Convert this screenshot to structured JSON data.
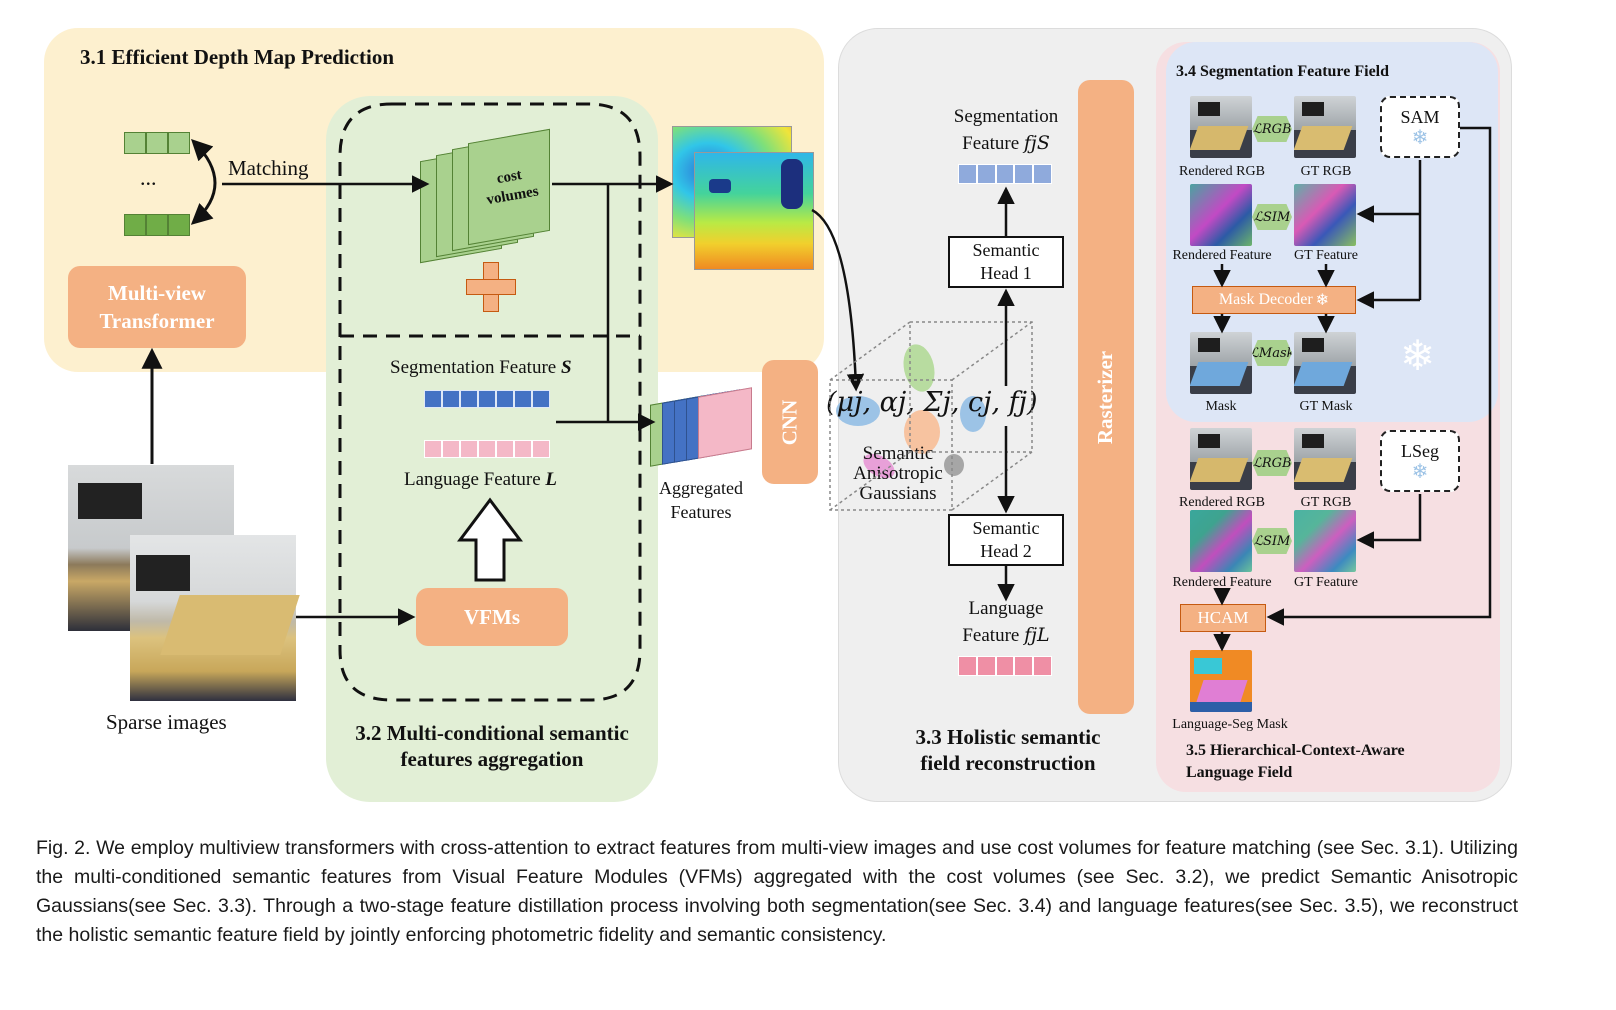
{
  "sections": {
    "s31_title": "3.1 Efficient Depth Map Prediction",
    "s32_title_line1": "3.2 Multi-conditional semantic",
    "s32_title_line2": "features aggregation",
    "s33_title_line1": "3.3 Holistic semantic",
    "s33_title_line2": "field reconstruction",
    "s34_title": "3.4 Segmentation Feature Field",
    "s35_title_line1": "3.5 Hierarchical-Context-Aware",
    "s35_title_line2": "Language Field"
  },
  "left": {
    "ellipsis": "...",
    "matching": "Matching",
    "transformer_line1": "Multi-view",
    "transformer_line2": "Transformer",
    "sparse_images": "Sparse images"
  },
  "middle": {
    "cost_volumes_line1": "cost",
    "cost_volumes_line2": "volumes",
    "seg_feature": "Segmentation Feature",
    "seg_symbol": "S",
    "lang_feature": "Language Feature",
    "lang_symbol": "L",
    "vfms": "VFMs",
    "aggregated_line1": "Aggregated",
    "aggregated_line2": "Features",
    "cnn": "CNN"
  },
  "holistic": {
    "gaussian_params": "(μj, αj, Σj, cj, fj)",
    "gaussians_line1": "Semantic",
    "gaussians_line2": "Anisotropic",
    "gaussians_line3": "Gaussians",
    "seg_feature_line1": "Segmentation",
    "seg_feature_line2": "Feature",
    "seg_feature_sym": "fjS",
    "head1_line1": "Semantic",
    "head1_line2": "Head 1",
    "head2_line1": "Semantic",
    "head2_line2": "Head 2",
    "lang_feature_line1": "Language",
    "lang_feature_line2": "Feature",
    "lang_feature_sym": "fjL",
    "rasterizer": "Rasterizer"
  },
  "seg_field": {
    "rendered_rgb": "Rendered RGB",
    "gt_rgb": "GT RGB",
    "rendered_feature": "Rendered Feature",
    "gt_feature": "GT Feature",
    "mask_decoder": "Mask Decoder",
    "mask": "Mask",
    "gt_mask": "GT Mask",
    "sam": "SAM",
    "loss_rgb": "ℒRGB",
    "loss_sim": "ℒSIM",
    "loss_mask": "ℒMask",
    "snowflake": "❄"
  },
  "lang_field": {
    "rendered_rgb": "Rendered RGB",
    "gt_rgb": "GT RGB",
    "rendered_feature": "Rendered Feature",
    "gt_feature": "GT Feature",
    "lseg": "LSeg",
    "hcam": "HCAM",
    "lang_seg_mask": "Language-Seg Mask",
    "loss_rgb": "ℒRGB",
    "loss_sim": "ℒSIM"
  },
  "caption": "Fig. 2.  We employ multiview transformers with cross-attention to extract features from multi-view images and use cost volumes for feature matching (see Sec. 3.1). Utilizing the multi-conditioned semantic features from Visual Feature Modules (VFMs) aggregated with the cost volumes (see Sec. 3.2), we predict Semantic Anisotropic Gaussians(see Sec. 3.3). Through a two-stage feature distillation process involving both segmentation(see Sec. 3.4) and language features(see Sec. 3.5), we reconstruct the holistic semantic feature field by jointly enforcing photometric fidelity and semantic consistency.",
  "colors": {
    "panel_31": "#fdf0cf",
    "panel_32": "#e2efd6",
    "panel_33": "#efefef",
    "panel_34": "#dde6f6",
    "panel_35": "#f6dfe2",
    "orange": "#f4b183",
    "green": "#70ad47",
    "seg_blue": "#4472c4",
    "lang_pink": "#f4a6b8"
  }
}
